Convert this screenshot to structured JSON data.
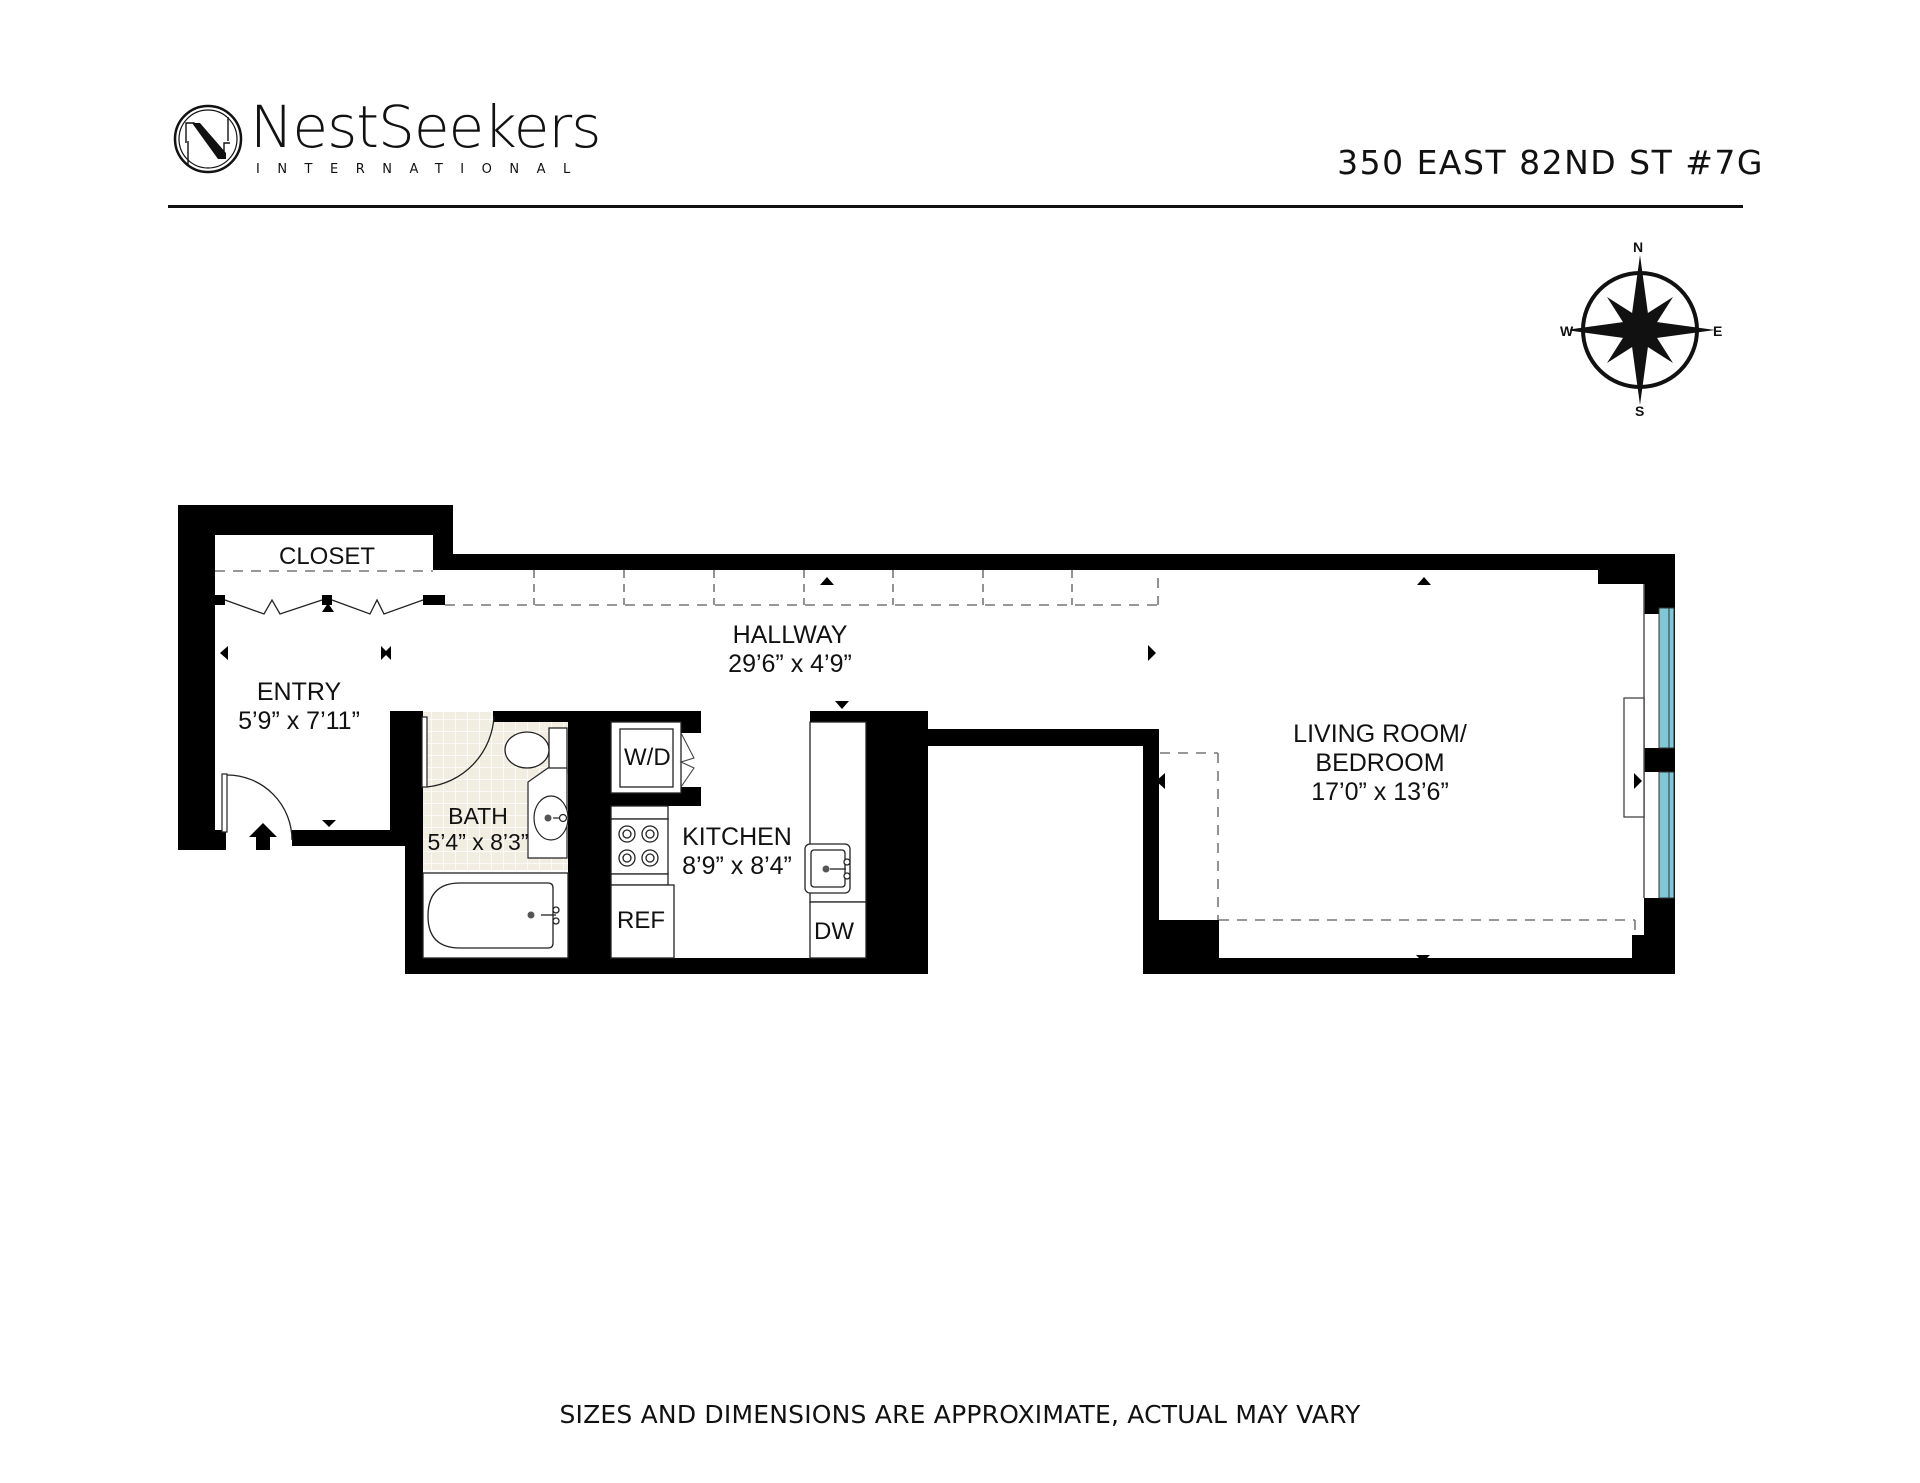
{
  "header": {
    "brand": {
      "name": "NestSeekers",
      "subtitle": "INTERNATIONAL",
      "logo_icon": "n-circle-logo-icon"
    },
    "address": "350 EAST 82ND ST #7G"
  },
  "compass": {
    "north": "N",
    "south": "S",
    "east": "E",
    "west": "W",
    "icon": "compass-rose-icon"
  },
  "rooms": {
    "closet": {
      "name": "CLOSET"
    },
    "entry": {
      "name": "ENTRY",
      "dims": "5’9” x 7’11”"
    },
    "hallway": {
      "name": "HALLWAY",
      "dims": "29’6” x 4’9”"
    },
    "bath": {
      "name": "BATH",
      "dims": "5’4” x 8’3”"
    },
    "kitchen": {
      "name": "KITCHEN",
      "dims": "8’9” x 8’4”"
    },
    "living": {
      "name_line1": "LIVING ROOM/",
      "name_line2": "BEDROOM",
      "dims": "17’0” x 13’6”"
    }
  },
  "appliances": {
    "washer_dryer": "W/D",
    "refrigerator": "REF",
    "dishwasher": "DW"
  },
  "colors": {
    "wall": "#000000",
    "bath_tile": "#f2ede1",
    "window_glass": "#7fc7d6",
    "dash": "#777777"
  },
  "footer": {
    "disclaimer": "SIZES AND DIMENSIONS ARE APPROXIMATE, ACTUAL MAY VARY"
  }
}
